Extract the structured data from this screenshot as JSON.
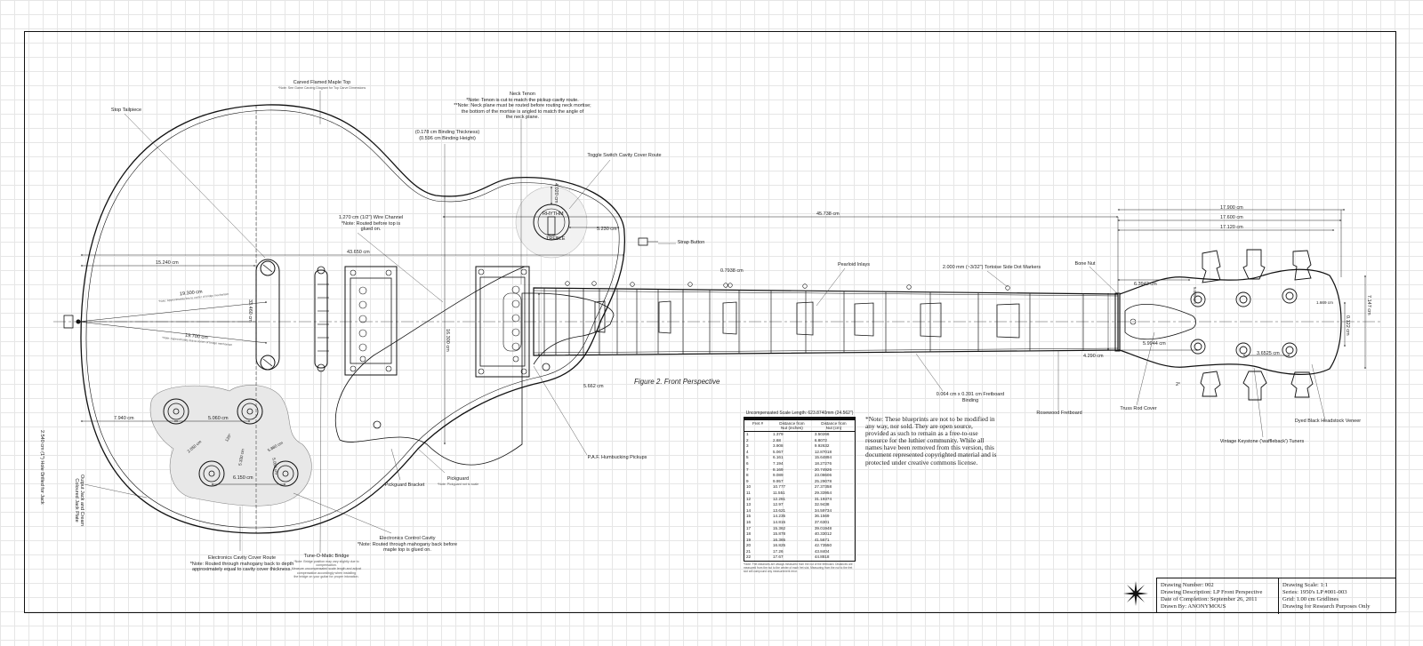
{
  "figure_caption": "Figure 2. Front Perspective",
  "callouts": {
    "carved_top": "Carved Flamed Maple Top",
    "carved_top_sub": "*Note: See Game Carving Diagram for Top Carve Dimensions",
    "stop_tailpiece": "Stop Tailpiece",
    "neck_tenon": "Neck Tenon\n*Note: Tenon is cut to match the pickup cavity route.\n**Note: Neck plane must be routed before routing neck mortise;\nthe bottom of the mortise is angled to match the angle of\nthe neck plane.",
    "binding": "(0.178 cm Binding Thickness)\n(0.596 cm Binding Height)",
    "toggle_cover": "Toggle Switch Cavity Cover Route",
    "wire_channel": "1.270 cm (1/2\") Wire Channel\n*Note: Routed before top is\nglued on.",
    "strap_button": "Strap Button",
    "pearloid_inlays": "Pearloid Inlays",
    "side_dots": "2.000 mm (~3/32\") Tortoise Side Dot Markers",
    "bone_nut": "Bone Nut",
    "fretboard_binding": "0.064 cm x 0.391 cm Fretboard\nBinding",
    "rosewood_fretboard": "Rosewood Fretboard",
    "truss_rod_cover": "Truss Rod Cover",
    "vintage_tuners": "Vintage Keystone ('waffleback') Tuners",
    "headstock_veneer": "Dyed Black Headstock Veneer",
    "paf_pickups": "P.A.F. Humbucking Pickups",
    "pickguard": "Pickguard",
    "pickguard_sub": "*Note: Pickguard not to scale",
    "pickguard_bracket": "Pickguard Bracket",
    "electronics_cavity": "Electronics Control Cavity\n*Note: Routed through mahogany back before\nmaple top is glued on.",
    "cavity_cover": "Electronics Cavity Cover Route\n*Note: Routed through mahogany back to depth\napproximately equal to cavity cover thickness.",
    "tune_o_matic": "Tune-O-Matic Bridge",
    "tune_o_matic_sub": "*Note: Bridge position may vary slightly due to compensation.\nMeasure uncompensated scale length and adjust\ncompensation accordingly when installing\nthe bridge on your guitar for proper intonation.",
    "output_jack": "Output Jack and Cream\nColoured Jack Plate",
    "jack_hole": "2.540 cm (1\") Hole Drilled for Jack",
    "toggle_text_top": "RHYTHM",
    "toggle_text_bottom": "TREBLE"
  },
  "dimensions": {
    "d_15240": "15.240 cm",
    "d_43650": "43.650 cm",
    "d_45738": "45.738 cm",
    "d_19300": "19.300 cm",
    "d_19700": "19.700 cm",
    "d_19300_sub": "*Note: Approximately line to center of bridge mechanism",
    "d_19700_sub": "*Note: Approximately line to center of bridge mechanism",
    "d_33460": "33.460 cm",
    "d_16300": "16.300 cm",
    "d_7940": "7.940 cm",
    "d_5060": "5.060 cm",
    "d_6150": "6.150 cm",
    "d_4020": "4.020 cm",
    "d_5230": "5.230 cm",
    "d_0793": "0.7938 cm",
    "d_5662": "5.662 cm",
    "d_17900": "17.900 cm",
    "d_17600": "17.600 cm",
    "d_17120": "17.120 cm",
    "d_4290": "4.290 cm",
    "d_6384": "6.3942 cm",
    "d_5994": "5.9944 cm",
    "d_3652": "3.6525 cm",
    "d_7147": "7.147 cm",
    "d_0122": "0.122 cm",
    "d_2": "2°",
    "d_5095": "5.095 cm",
    "d_1669": "1.669 cm",
    "d_2050": "2.050 cm",
    "d_120": "120°",
    "d_5880": "5.880 cm",
    "d_5330": "5.330 cm",
    "d_5050": "5.050 cm"
  },
  "scale_table": {
    "title": "Uncompensated Scale Length: 623.8740mm (24.562\")",
    "headers": [
      "Fret #",
      "Distance from\nNut (inches)",
      "Distance from\nNut (cm)"
    ],
    "rows": [
      [
        "1",
        "1.379",
        "3.50266"
      ],
      [
        "2",
        "2.68",
        "6.8072"
      ],
      [
        "3",
        "3.908",
        "9.92632"
      ],
      [
        "4",
        "5.067",
        "12.87018"
      ],
      [
        "5",
        "6.161",
        "15.64894"
      ],
      [
        "6",
        "7.194",
        "18.27276"
      ],
      [
        "7",
        "8.169",
        "20.74926"
      ],
      [
        "8",
        "9.089",
        "23.08606"
      ],
      [
        "9",
        "9.957",
        "25.29078"
      ],
      [
        "10",
        "10.777",
        "27.37358"
      ],
      [
        "11",
        "11.551",
        "29.33954"
      ],
      [
        "12",
        "12.281",
        "31.19374"
      ],
      [
        "13",
        "12.97",
        "32.9438"
      ],
      [
        "14",
        "13.621",
        "34.59734"
      ],
      [
        "15",
        "14.235",
        "36.1569"
      ],
      [
        "16",
        "14.815",
        "37.6301"
      ],
      [
        "17",
        "15.362",
        "39.01948"
      ],
      [
        "18",
        "15.878",
        "40.33012"
      ],
      [
        "19",
        "16.365",
        "41.5671"
      ],
      [
        "20",
        "16.825",
        "42.73550"
      ],
      [
        "21",
        "17.26",
        "43.8404"
      ],
      [
        "22",
        "17.67",
        "44.8818"
      ]
    ],
    "footnote": "*Note: Fret distances are always measured from the nut of the fretboard. Distances are measured from the nut to the center of each fret slot. Measuring from the nut to the fret slot will compound any measurement error."
  },
  "note": "*Note: These blueprints are not to be modified in any way, nor sold. They are open source, provided as such to remain as a free-to-use resource for the luthier community. While all names have been removed from this version, this document represented copyrighted material and is protected under creative commons license.",
  "title_block": {
    "drawing_number": "Drawing Number: 002",
    "drawing_description": "Drawing Description: LP Front Perspective",
    "date_of_completion": "Date of Completion: September 26, 2011",
    "drawn_by": "Drawn By: ANONYMOUS",
    "drawing_scale": "Drawing Scale: 1:1",
    "series": "Series: 1950's LP #001-003",
    "grid": "Grid: 1.00 cm Gridlines",
    "purpose": "Drawing for Research Purposes Only"
  }
}
